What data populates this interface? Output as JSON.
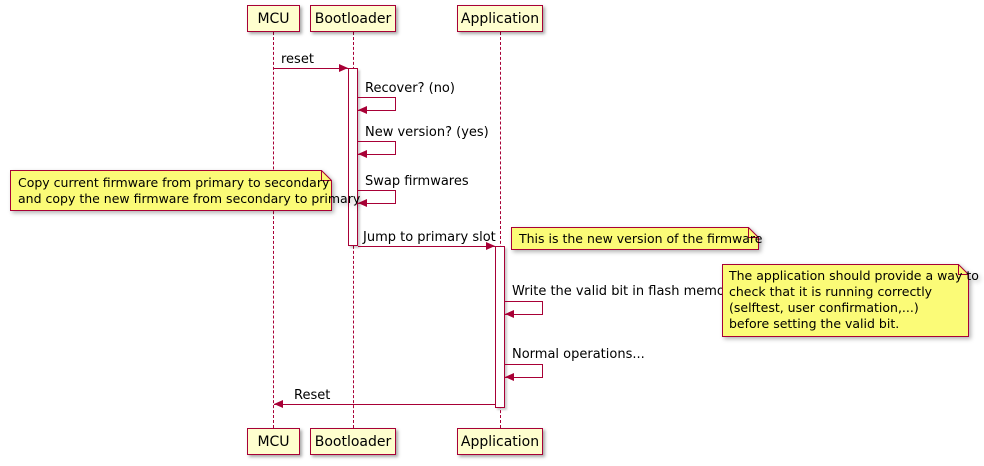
{
  "diagram": {
    "type": "uml-sequence-diagram",
    "participants": [
      {
        "name": "MCU"
      },
      {
        "name": "Bootloader"
      },
      {
        "name": "Application"
      }
    ],
    "messages": [
      {
        "label": "reset",
        "from": "MCU",
        "to": "Bootloader"
      },
      {
        "label": "Recover? (no)",
        "from": "Bootloader",
        "to": "Bootloader"
      },
      {
        "label": "New version? (yes)",
        "from": "Bootloader",
        "to": "Bootloader"
      },
      {
        "label": "Swap firmwares",
        "from": "Bootloader",
        "to": "Bootloader"
      },
      {
        "label": "Jump to primary slot",
        "from": "Bootloader",
        "to": "Application"
      },
      {
        "label": "Write the valid bit in flash memory",
        "from": "Application",
        "to": "Application"
      },
      {
        "label": "Normal operations...",
        "from": "Application",
        "to": "Application"
      },
      {
        "label": "Reset",
        "from": "Application",
        "to": "MCU"
      }
    ],
    "notes": [
      {
        "lines": [
          "Copy current firmware from primary to secondary",
          "and copy the new firmware from secondary to primary"
        ]
      },
      {
        "lines": [
          "This is the new version of the firmware"
        ]
      },
      {
        "lines": [
          "The application should provide a way to",
          "check that it is running correctly",
          "(selftest, user confirmation,...)",
          "before setting the valid bit."
        ]
      }
    ],
    "colors": {
      "line": "#A80036",
      "participant_fill": "#FEFECE",
      "note_fill": "#FBFB77",
      "text": "#000000"
    }
  }
}
